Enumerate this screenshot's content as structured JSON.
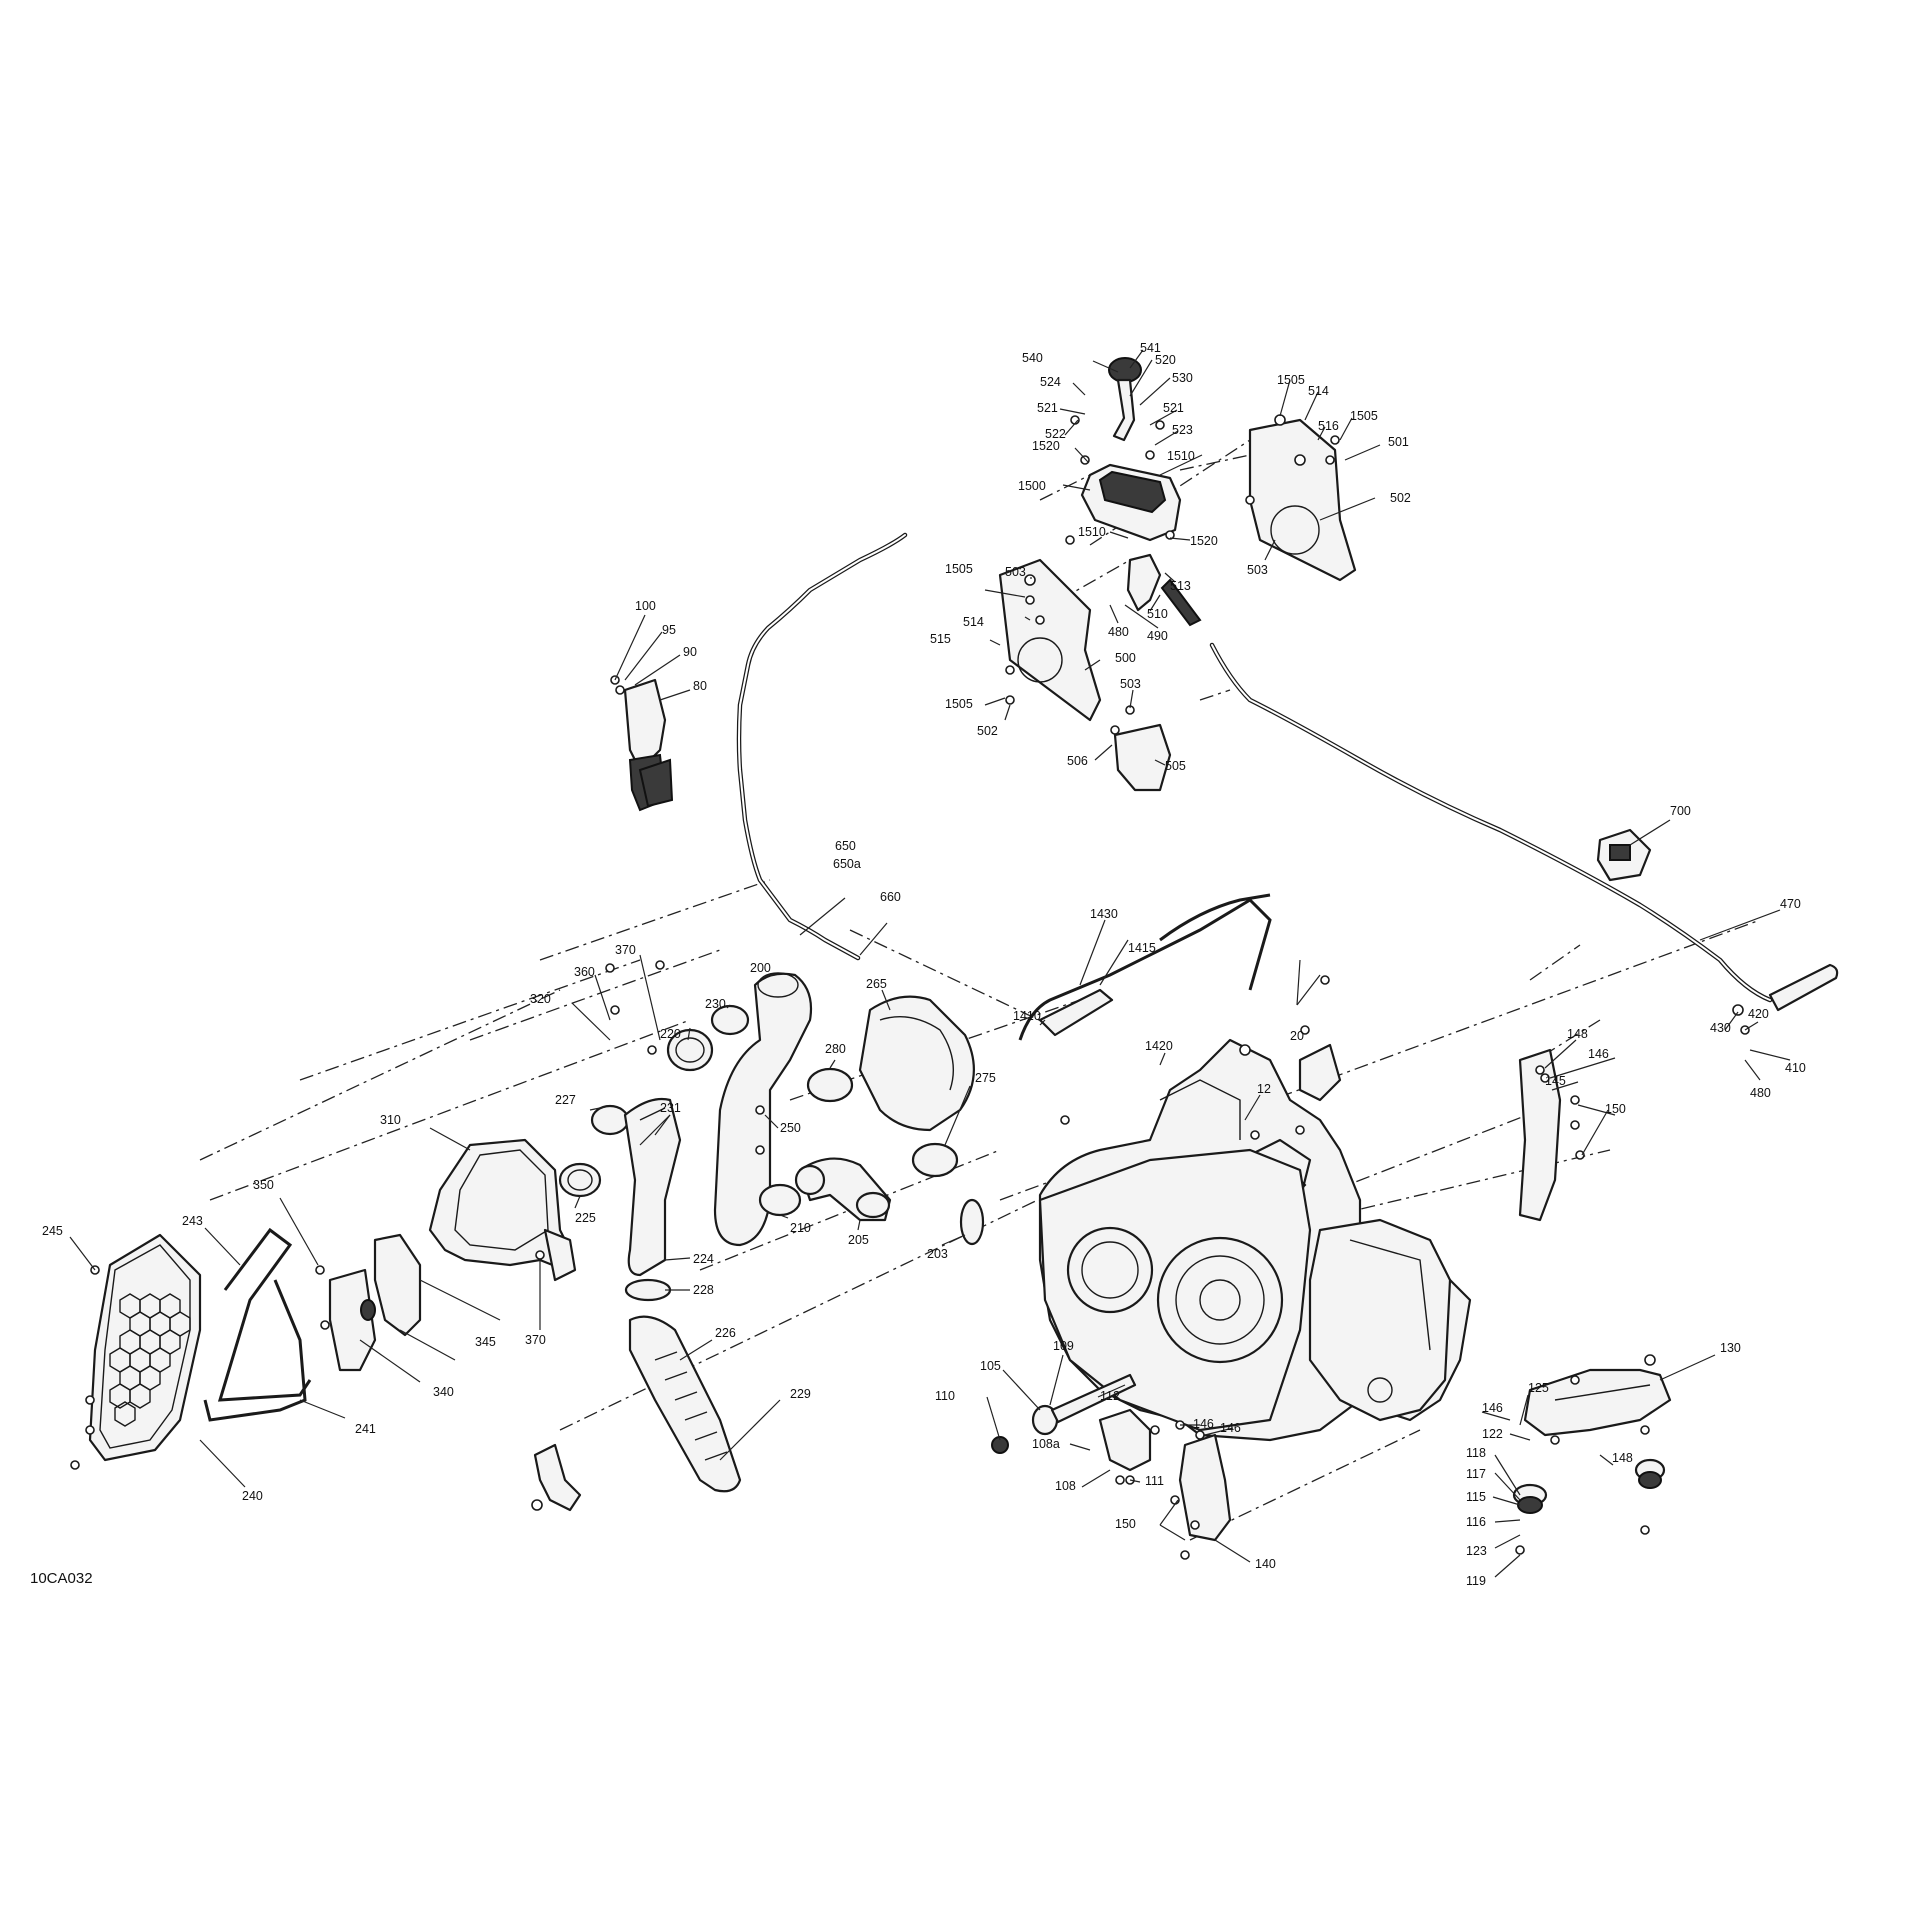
{
  "diagram": {
    "reference": "10CA032",
    "callouts": [
      {
        "id": "c540",
        "label": "540"
      },
      {
        "id": "c541",
        "label": "541"
      },
      {
        "id": "c520",
        "label": "520"
      },
      {
        "id": "c524",
        "label": "524"
      },
      {
        "id": "c530",
        "label": "530"
      },
      {
        "id": "c521a",
        "label": "521"
      },
      {
        "id": "c521b",
        "label": "521"
      },
      {
        "id": "c522",
        "label": "522"
      },
      {
        "id": "c523",
        "label": "523"
      },
      {
        "id": "c1520a",
        "label": "1520"
      },
      {
        "id": "c1510a",
        "label": "1510"
      },
      {
        "id": "c1500",
        "label": "1500"
      },
      {
        "id": "c1510b",
        "label": "1510"
      },
      {
        "id": "c1520b",
        "label": "1520"
      },
      {
        "id": "c503a",
        "label": "503"
      },
      {
        "id": "c1505a",
        "label": "1505"
      },
      {
        "id": "c514a",
        "label": "514"
      },
      {
        "id": "c516",
        "label": "516"
      },
      {
        "id": "c1505b",
        "label": "1505"
      },
      {
        "id": "c501",
        "label": "501"
      },
      {
        "id": "c502a",
        "label": "502"
      },
      {
        "id": "c503b",
        "label": "503"
      },
      {
        "id": "c513",
        "label": "513"
      },
      {
        "id": "c510",
        "label": "510"
      },
      {
        "id": "c1505c",
        "label": "1505"
      },
      {
        "id": "c514b",
        "label": "514"
      },
      {
        "id": "c480a",
        "label": "480"
      },
      {
        "id": "c490",
        "label": "490"
      },
      {
        "id": "c515",
        "label": "515"
      },
      {
        "id": "c500",
        "label": "500"
      },
      {
        "id": "c1505d",
        "label": "1505"
      },
      {
        "id": "c502b",
        "label": "502"
      },
      {
        "id": "c503c",
        "label": "503"
      },
      {
        "id": "c506",
        "label": "506"
      },
      {
        "id": "c505",
        "label": "505"
      },
      {
        "id": "c100",
        "label": "100"
      },
      {
        "id": "c95",
        "label": "95"
      },
      {
        "id": "c90",
        "label": "90"
      },
      {
        "id": "c80",
        "label": "80"
      },
      {
        "id": "c700",
        "label": "700"
      },
      {
        "id": "c650",
        "label": "650"
      },
      {
        "id": "c650a",
        "label": "650a"
      },
      {
        "id": "c660",
        "label": "660"
      },
      {
        "id": "c470",
        "label": "470"
      },
      {
        "id": "c1430",
        "label": "1430"
      },
      {
        "id": "c1415",
        "label": "1415"
      },
      {
        "id": "c1410",
        "label": "1410"
      },
      {
        "id": "c1420",
        "label": "1420"
      },
      {
        "id": "c20",
        "label": "20"
      },
      {
        "id": "c12",
        "label": "12"
      },
      {
        "id": "c430",
        "label": "430"
      },
      {
        "id": "c420",
        "label": "420"
      },
      {
        "id": "c410",
        "label": "410"
      },
      {
        "id": "c480b",
        "label": "480"
      },
      {
        "id": "c370a",
        "label": "370"
      },
      {
        "id": "c360",
        "label": "360"
      },
      {
        "id": "c320",
        "label": "320"
      },
      {
        "id": "c220",
        "label": "220"
      },
      {
        "id": "c230",
        "label": "230"
      },
      {
        "id": "c200",
        "label": "200"
      },
      {
        "id": "c265",
        "label": "265"
      },
      {
        "id": "c280",
        "label": "280"
      },
      {
        "id": "c275",
        "label": "275"
      },
      {
        "id": "c227",
        "label": "227"
      },
      {
        "id": "c231",
        "label": "231"
      },
      {
        "id": "c250",
        "label": "250"
      },
      {
        "id": "c310",
        "label": "310"
      },
      {
        "id": "c225",
        "label": "225"
      },
      {
        "id": "c210",
        "label": "210"
      },
      {
        "id": "c205",
        "label": "205"
      },
      {
        "id": "c203",
        "label": "203"
      },
      {
        "id": "c224",
        "label": "224"
      },
      {
        "id": "c228",
        "label": "228"
      },
      {
        "id": "c226",
        "label": "226"
      },
      {
        "id": "c229",
        "label": "229"
      },
      {
        "id": "c350",
        "label": "350"
      },
      {
        "id": "c243",
        "label": "243"
      },
      {
        "id": "c245",
        "label": "245"
      },
      {
        "id": "c370b",
        "label": "370"
      },
      {
        "id": "c345",
        "label": "345"
      },
      {
        "id": "c340",
        "label": "340"
      },
      {
        "id": "c241",
        "label": "241"
      },
      {
        "id": "c240",
        "label": "240"
      },
      {
        "id": "c148a",
        "label": "148"
      },
      {
        "id": "c146a",
        "label": "146"
      },
      {
        "id": "c145",
        "label": "145"
      },
      {
        "id": "c150a",
        "label": "150"
      },
      {
        "id": "c130",
        "label": "130"
      },
      {
        "id": "c125",
        "label": "125"
      },
      {
        "id": "c146b",
        "label": "146"
      },
      {
        "id": "c122",
        "label": "122"
      },
      {
        "id": "c148b",
        "label": "148"
      },
      {
        "id": "c118",
        "label": "118"
      },
      {
        "id": "c117",
        "label": "117"
      },
      {
        "id": "c115",
        "label": "115"
      },
      {
        "id": "c116",
        "label": "116"
      },
      {
        "id": "c123",
        "label": "123"
      },
      {
        "id": "c119",
        "label": "119"
      },
      {
        "id": "c109",
        "label": "109"
      },
      {
        "id": "c105",
        "label": "105"
      },
      {
        "id": "c110",
        "label": "110"
      },
      {
        "id": "c112",
        "label": "112"
      },
      {
        "id": "c108a",
        "label": "108a"
      },
      {
        "id": "c108",
        "label": "108"
      },
      {
        "id": "c111",
        "label": "111"
      },
      {
        "id": "c146c",
        "label": "146"
      },
      {
        "id": "c146d",
        "label": "146"
      },
      {
        "id": "c150b",
        "label": "150"
      },
      {
        "id": "c140",
        "label": "140"
      }
    ]
  }
}
